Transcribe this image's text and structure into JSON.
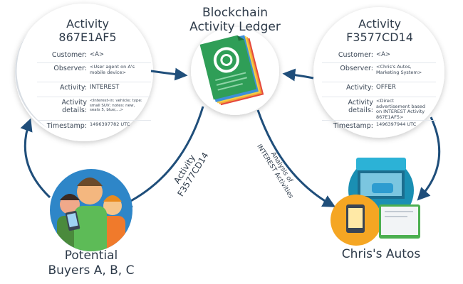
{
  "ledger": {
    "title_line1": "Blockchain",
    "title_line2": "Activity Ledger"
  },
  "left_card": {
    "title_line1": "Activity",
    "title_line2": "867E1AF5",
    "rows": [
      {
        "label": "Customer:",
        "value": "<A>"
      },
      {
        "label": "Observer:",
        "value": "<User agent on A's mobile device>"
      },
      {
        "label": "Activity:",
        "value": "INTEREST"
      },
      {
        "label": "Activity details:",
        "value": "<Interest-in: vehicle; type: small SUV; notes: new, seats 5, blue;...>"
      },
      {
        "label": "Timestamp:",
        "value": "1496397782 UTC"
      }
    ]
  },
  "right_card": {
    "title_line1": "Activity",
    "title_line2": "F3577CD14",
    "rows": [
      {
        "label": "Customer:",
        "value": "<A>"
      },
      {
        "label": "Observer:",
        "value": "<Chris's Autos, Marketing System>"
      },
      {
        "label": "Activity:",
        "value": "OFFER"
      },
      {
        "label": "Activity details:",
        "value": "<Direct advertisement based on INTEREST Activity 867E1AF5>"
      },
      {
        "label": "Timestamp:",
        "value": "1496397944 UTC"
      }
    ]
  },
  "buyers": {
    "label_line1": "Potential",
    "label_line2": "Buyers A, B, C"
  },
  "autos": {
    "label": "Chris's Autos"
  },
  "arrow_left": {
    "line1": "Activity",
    "line2": "F3577CD14"
  },
  "arrow_right": {
    "line1": "Analysis of",
    "line2": "INTEREST Activities"
  },
  "colors": {
    "arrow": "#1f4e7a",
    "ledger_green": "#2f9e57",
    "paper_colors": [
      "#e5473c",
      "#f2a33a",
      "#f5d046",
      "#3e8fd8",
      "#2f9e57"
    ],
    "circle_bg": "#ffffff"
  }
}
